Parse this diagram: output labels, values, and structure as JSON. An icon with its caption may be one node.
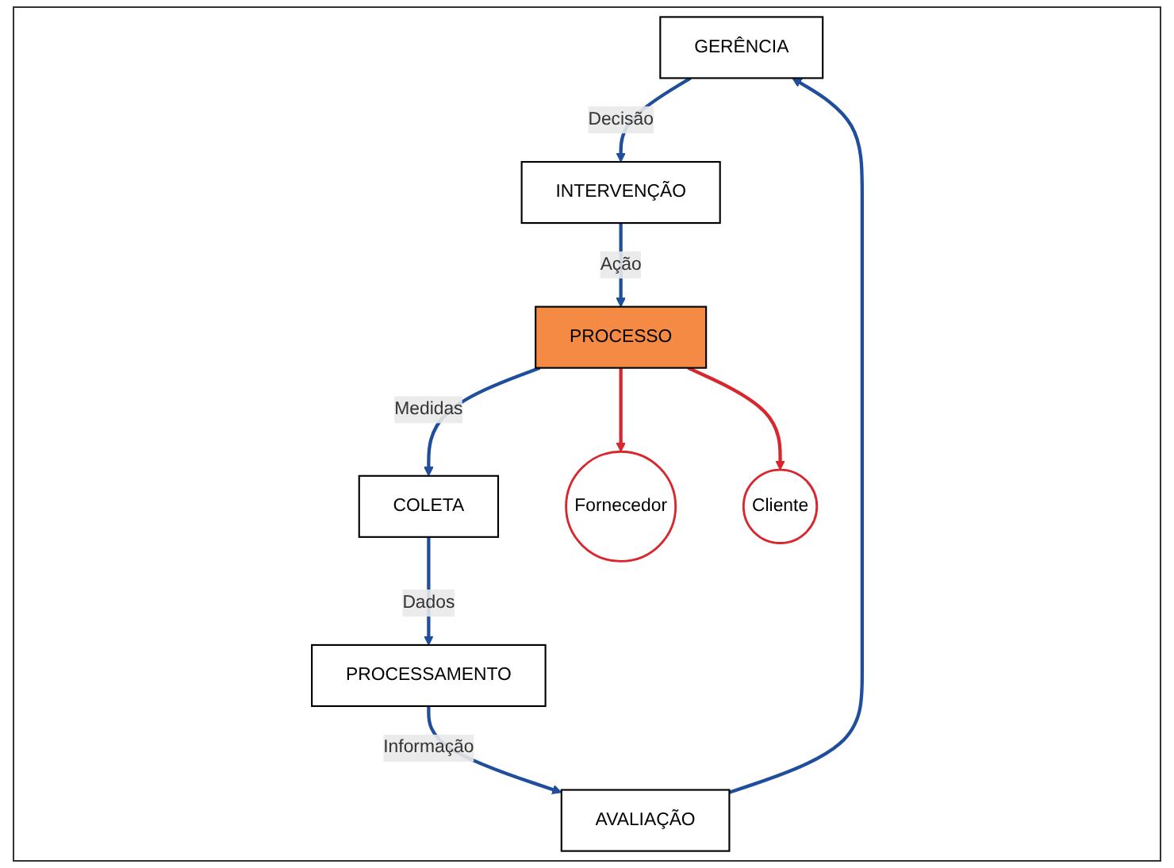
{
  "diagram": {
    "nodes": [
      {
        "text": [
          "GERÊNCIA"
        ]
      },
      {
        "text": [
          "AVALIAÇÃO"
        ]
      },
      {
        "text": [
          "PROCESSAMENTO"
        ]
      },
      {
        "text": [
          "INTERVENÇÃO"
        ]
      },
      {
        "text": [
          "COLETA"
        ]
      },
      {
        "text": [
          "PROCESSO"
        ]
      },
      {
        "text": [
          "Fornecedor"
        ]
      },
      {
        "text": [
          "Cliente"
        ]
      }
    ],
    "edges": [
      {
        "from": 2,
        "to": 1,
        "arrow": "to",
        "label": "Informação"
      },
      {
        "from": 1,
        "to": 0,
        "arrow": "to"
      },
      {
        "from": 0,
        "to": 3,
        "arrow": "to",
        "label": "Decisão"
      },
      {
        "from": 3,
        "to": 5,
        "arrow": "to",
        "label": "Ação"
      },
      {
        "from": 5,
        "to": 4,
        "arrow": "to",
        "label": "Medidas"
      },
      {
        "from": 4,
        "to": 2,
        "arrow": "to",
        "label": "Dados"
      },
      {
        "from": 5,
        "to": 6,
        "arrow": "to",
        "color": "#d9262c"
      },
      {
        "from": 5,
        "to": 7,
        "arrow": "to",
        "color": "#d9262c"
      }
    ]
  }
}
